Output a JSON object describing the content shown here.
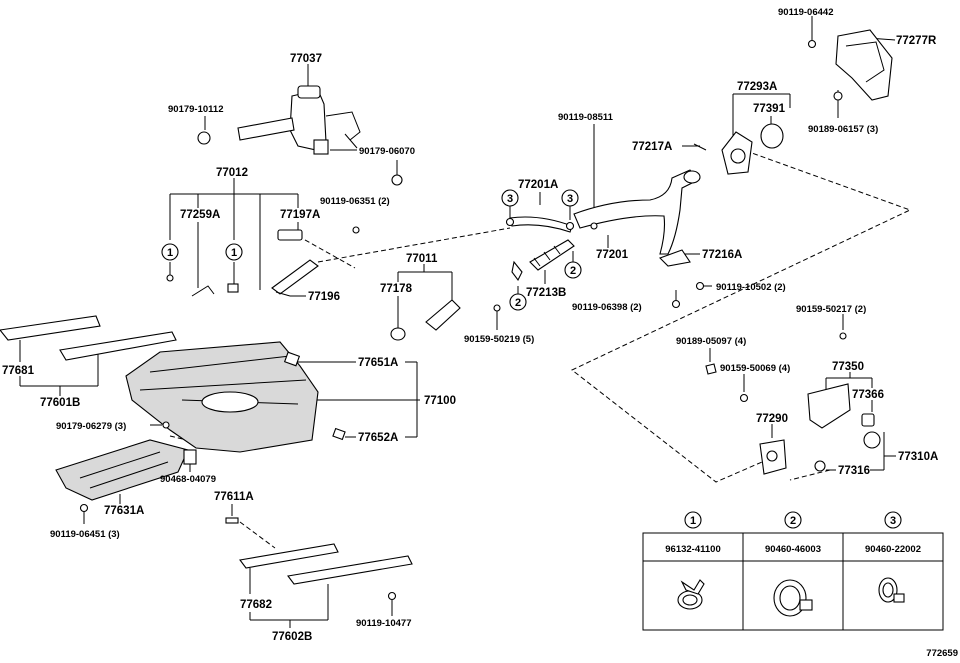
{
  "diagram_id": "772659",
  "parts": {
    "p90119_06442": "90119-06442",
    "p77277R": "77277R",
    "p77037": "77037",
    "p77293A": "77293A",
    "p77391": "77391",
    "p90179_10112": "90179-10112",
    "p90189_06157": "90189-06157 (3)",
    "p90119_08511": "90119-08511",
    "p77217A": "77217A",
    "p90179_06070": "90179-06070",
    "p77012": "77012",
    "p77201A": "77201A",
    "p90119_06351": "90119-06351 (2)",
    "p77259A": "77259A",
    "p77197A": "77197A",
    "p77201": "77201",
    "p77216A": "77216A",
    "p77011": "77011",
    "p90119_10502": "90119-10502 (2)",
    "p77196": "77196",
    "p77178": "77178",
    "p77213B": "77213B",
    "p90119_06398": "90119-06398 (2)",
    "p90159_50217": "90159-50217 (2)",
    "p90159_50219": "90159-50219 (5)",
    "p77681": "77681",
    "p90189_05097": "90189-05097 (4)",
    "p77651A": "77651A",
    "p90159_50069": "90159-50069 (4)",
    "p77350": "77350",
    "p77601B": "77601B",
    "p77100": "77100",
    "p77366": "77366",
    "p90179_06279": "90179-06279 (3)",
    "p77290": "77290",
    "p77652A": "77652A",
    "p77310A": "77310A",
    "p90468_04079": "90468-04079",
    "p77316": "77316",
    "p77631A": "77631A",
    "p77611A": "77611A",
    "p90119_06451": "90119-06451 (3)",
    "p77682": "77682",
    "p77602B": "77602B",
    "p90119_10477": "90119-10477"
  },
  "callouts": {
    "c1": "1",
    "c2": "2",
    "c3": "3"
  },
  "clamp_table": {
    "col1": {
      "ref": "1",
      "part": "96132-41100"
    },
    "col2": {
      "ref": "2",
      "part": "90460-46003"
    },
    "col3": {
      "ref": "3",
      "part": "90460-22002"
    }
  }
}
